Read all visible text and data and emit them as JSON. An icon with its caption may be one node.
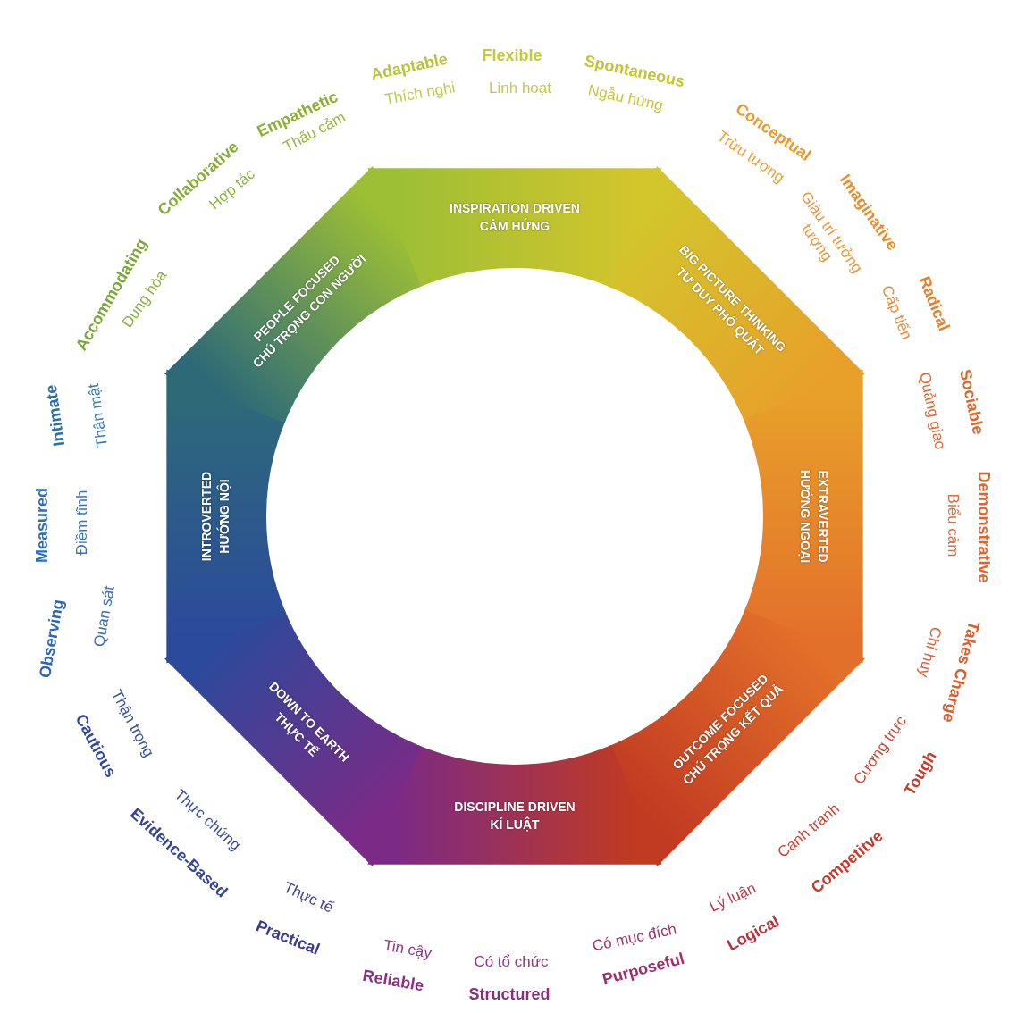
{
  "diagram": {
    "nodes": [
      {
        "text": [
          "INSPIRATION DRIVEN",
          "CẢM HỨNG"
        ]
      },
      {
        "text": [
          "BIG PICTURE THINKING",
          "TƯ DUY PHỔ QUÁT"
        ]
      },
      {
        "text": [
          "EXTRAVERTED",
          "HƯỚNG NGOẠI"
        ]
      },
      {
        "text": [
          "OUTCOME FOCUSED",
          "CHÚ TRỌNG KẾT QUẢ"
        ]
      },
      {
        "text": [
          "DISCIPLINE DRIVEN",
          "KỈ LUẬT"
        ]
      },
      {
        "text": [
          "DOWN TO EARTH",
          "THỰC TẾ"
        ]
      },
      {
        "text": [
          "INTROVERTED",
          "HƯỚNG NỘI"
        ]
      },
      {
        "text": [
          "PEOPLE FOCUSED",
          "CHÚ TRỌNG CON NGƯỜI"
        ]
      }
    ],
    "labels": [
      "Adaptable",
      "Thích nghi",
      "Flexible",
      "Linh hoạt",
      "Spontaneous",
      "Ngẫu hứng",
      "Conceptual",
      "Trừu tượng",
      "Imaginative",
      "Giàu trí tưởng tượng",
      "Cấp tiến",
      "Radical",
      "Quảng giao",
      "Sociable",
      "Demonstrative",
      "Biểu cảm",
      "Takes Charge",
      "Chỉ huy",
      "Tough",
      "Cương trực",
      "Competitve",
      "Cạnh tranh",
      "Logical",
      "Lý luận",
      "Purposeful",
      "Có mục đích",
      "Structured",
      "Có tổ chức",
      "Reliable",
      "Tin cậy",
      "Practical",
      "Thực tế",
      "Evidence-Based",
      "Thực chứng",
      "Cautious",
      "Thận trọng",
      "Observing",
      "Quan sát",
      "Measured",
      "Điềm tĩnh",
      "Intimate",
      "Thân mật",
      "Accommodating",
      "Dung hòa",
      "Collaborative",
      "Hợp tác",
      "Empathetic",
      "Thấu cảm"
    ]
  }
}
